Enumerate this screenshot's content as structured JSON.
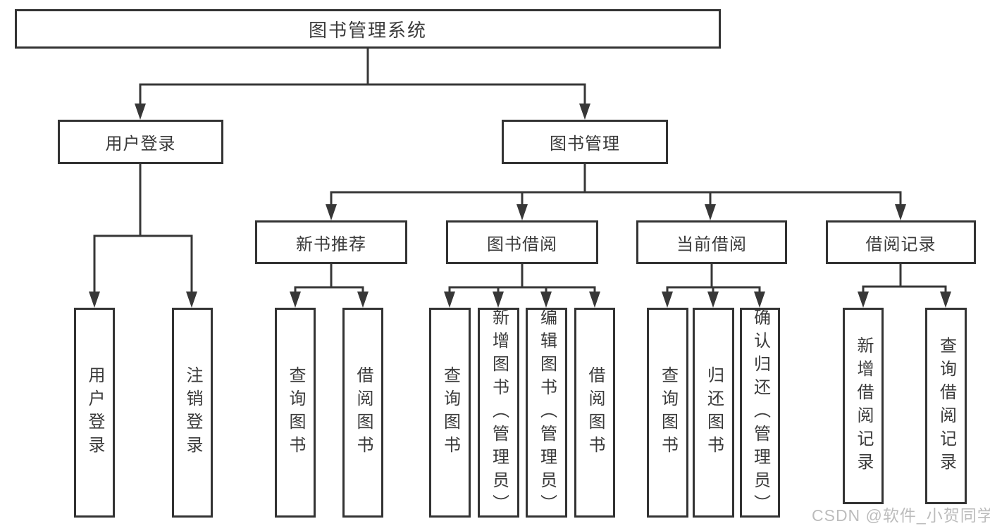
{
  "tree": {
    "label": "图书管理系统",
    "children": [
      {
        "label": "用户登录",
        "children": [
          {
            "label": "用户登录"
          },
          {
            "label": "注销登录"
          }
        ]
      },
      {
        "label": "图书管理",
        "children": [
          {
            "label": "新书推荐",
            "children": [
              {
                "label": "查询图书"
              },
              {
                "label": "借阅图书"
              }
            ]
          },
          {
            "label": "图书借阅",
            "children": [
              {
                "label": "查询图书"
              },
              {
                "label": "新增图书（管理员）"
              },
              {
                "label": "编辑图书（管理员）"
              },
              {
                "label": "借阅图书"
              }
            ]
          },
          {
            "label": "当前借阅",
            "children": [
              {
                "label": "查询图书"
              },
              {
                "label": "归还图书"
              },
              {
                "label": "确认归还（管理员）"
              }
            ]
          },
          {
            "label": "借阅记录",
            "children": [
              {
                "label": "新增借阅记录"
              },
              {
                "label": "查询借阅记录"
              }
            ]
          }
        ]
      }
    ]
  },
  "watermark": "CSDN @软件_小贺同学",
  "colors": {
    "line": "#373737",
    "box_border": "#333333",
    "box_fill": "#ffffff",
    "text": "#3a3a3a",
    "watermark": "#bcbcbc",
    "background": "#ffffff"
  }
}
